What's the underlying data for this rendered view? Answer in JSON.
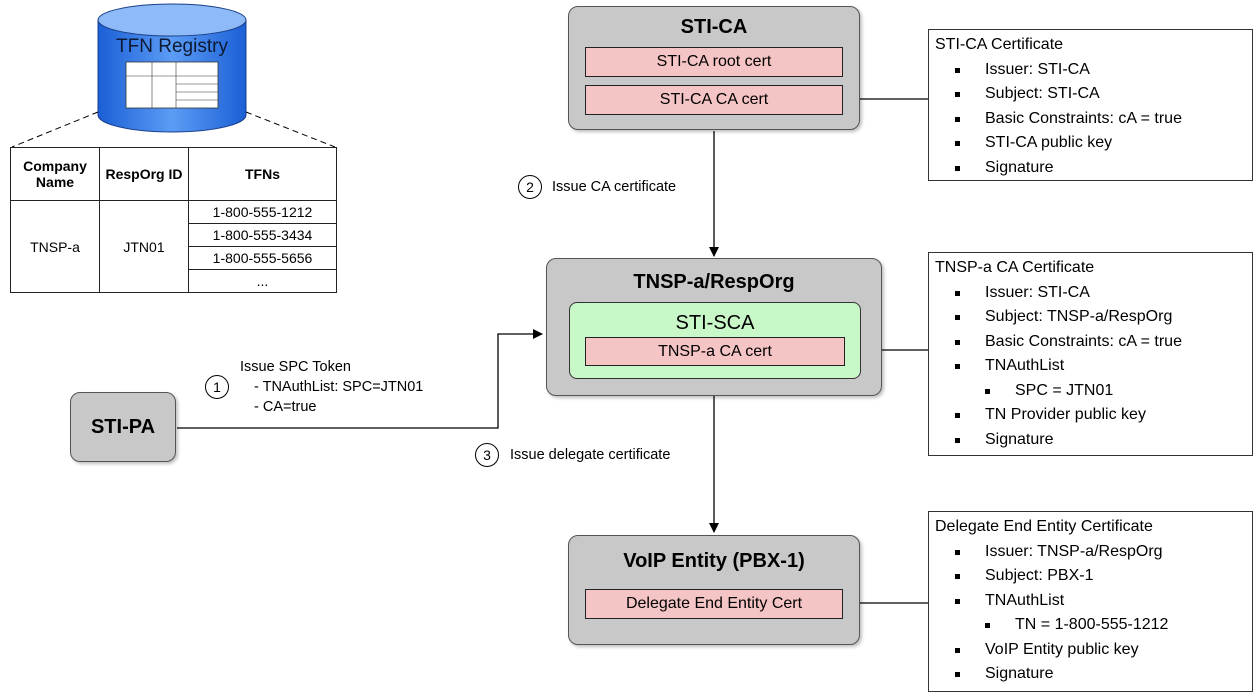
{
  "tfn_registry": {
    "label": "TFN Registry",
    "headers": [
      "Company Name",
      "RespOrg ID",
      "TFNs"
    ],
    "company": "TNSP-a",
    "resporg_id": "JTN01",
    "tfns": [
      "1-800-555-1212",
      "1-800-555-3434",
      "1-800-555-5656",
      "..."
    ]
  },
  "nodes": {
    "sti_ca": {
      "title": "STI-CA",
      "root_cert": "STI-CA root cert",
      "ca_cert": "STI-CA CA cert"
    },
    "tnsp": {
      "title": "TNSP-a/RespOrg",
      "sca_label": "STI-SCA",
      "ca_cert": "TNSP-a CA cert"
    },
    "voip": {
      "title": "VoIP Entity (PBX-1)",
      "cert": "Delegate End Entity Cert"
    },
    "sti_pa": {
      "title": "STI-PA"
    }
  },
  "steps": {
    "one": {
      "num": "1",
      "line1": "Issue SPC Token",
      "line2": "- TNAuthList: SPC=JTN01",
      "line3": "- CA=true"
    },
    "two": {
      "num": "2",
      "label": "Issue CA certificate"
    },
    "three": {
      "num": "3",
      "label": "Issue delegate certificate"
    }
  },
  "panels": {
    "sti_ca_cert": {
      "title": "STI-CA Certificate",
      "items": [
        "Issuer: STI-CA",
        "Subject: STI-CA",
        "Basic Constraints: cA = true",
        "STI-CA public key",
        "Signature"
      ]
    },
    "tnsp_ca_cert": {
      "title": "TNSP-a CA Certificate",
      "items": [
        "Issuer: STI-CA",
        "Subject: TNSP-a/RespOrg",
        "Basic Constraints: cA = true",
        "TNAuthList",
        "SPC = JTN01",
        "TN Provider public key",
        "Signature"
      ]
    },
    "delegate_cert": {
      "title": "Delegate End Entity Certificate",
      "items": [
        "Issuer: TNSP-a/RespOrg",
        "Subject: PBX-1",
        "TNAuthList",
        "TN = 1-800-555-1212",
        "VoIP Entity public key",
        "Signature"
      ]
    }
  }
}
